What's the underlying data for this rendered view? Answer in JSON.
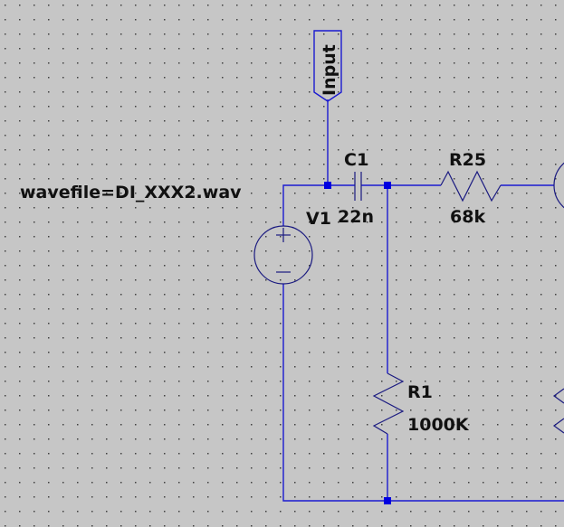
{
  "schematic": {
    "source_directive": "wavefile=DI_XXX2.wav",
    "net_label": "Input",
    "components": {
      "V1": {
        "ref": "V1"
      },
      "C1": {
        "ref": "C1",
        "value": "22n"
      },
      "R25": {
        "ref": "R25",
        "value": "68k"
      },
      "R1": {
        "ref": "R1",
        "value": "1000K"
      }
    }
  },
  "colors": {
    "background": "#c6c6c6",
    "wire": "#1a1ad0",
    "junction": "#0000e0",
    "text": "#111111"
  }
}
